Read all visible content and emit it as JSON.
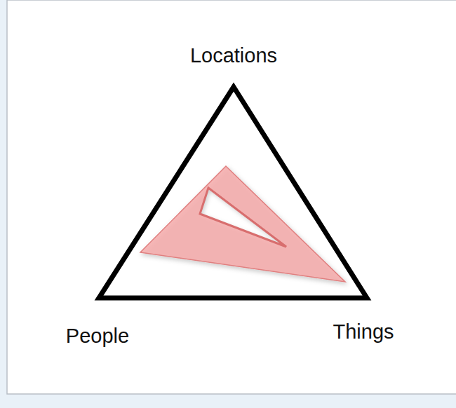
{
  "diagram": {
    "labels": [
      "Locations",
      "People",
      "Things"
    ]
  }
}
